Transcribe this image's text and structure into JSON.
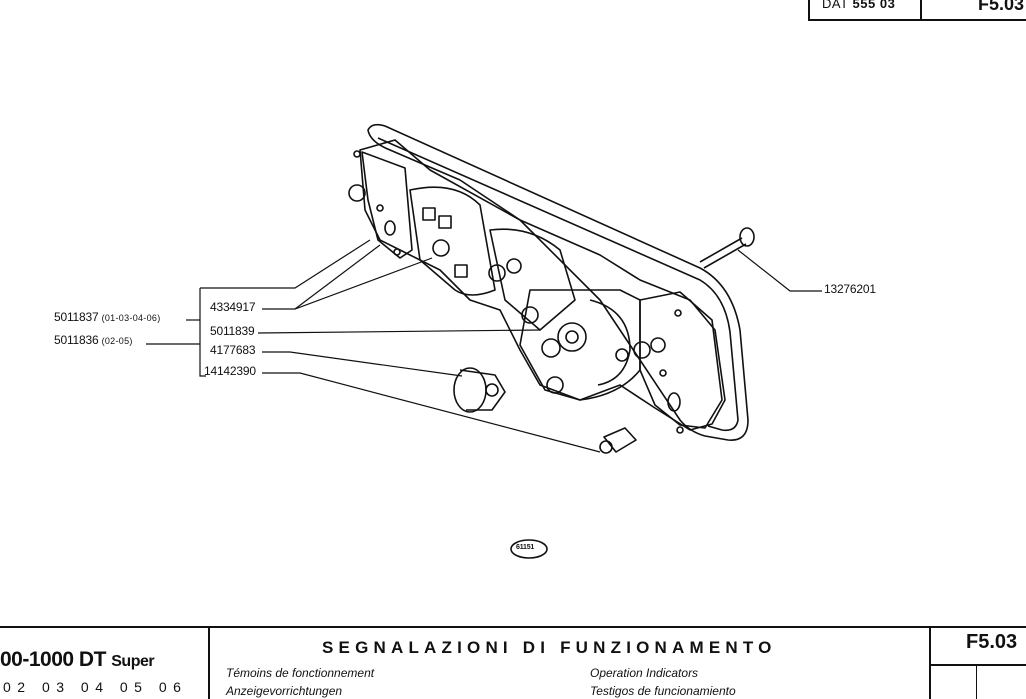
{
  "header": {
    "dat_prefix": "DAT",
    "dat_number": "555 03",
    "page_code": "F5.03"
  },
  "callouts": {
    "left_top": {
      "part": "5011837",
      "variant": "(01-03-04-06)"
    },
    "left_bottom": {
      "part": "5011836",
      "variant": "(02-05)"
    },
    "ref1": "4334917",
    "ref2": "5011839",
    "ref3": "4177683",
    "ref4": "14142390",
    "screw": "13276201"
  },
  "figure_number": "61151",
  "footer": {
    "model_main": "00-1000 DT",
    "model_suffix": "Super",
    "years": "02 03 04 05 06",
    "title_it": "SEGNALAZIONI DI FUNZIONAMENTO",
    "title_fr": "Témoins de fonctionnement",
    "title_de": "Anzeigevorrichtungen",
    "title_en": "Operation Indicators",
    "title_es": "Testigos de funcionamiento",
    "ref_code": "F5.03"
  }
}
